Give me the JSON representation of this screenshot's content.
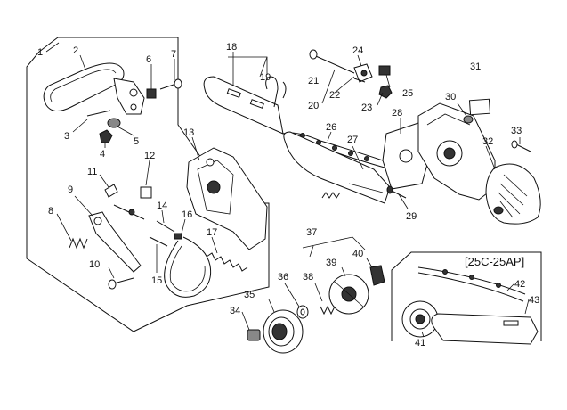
{
  "diagram": {
    "subset_label": "[25C-25AP]",
    "colors": {
      "ink": "#111111",
      "background": "#ffffff",
      "shade": "#333333"
    },
    "part_numbers": [
      "1",
      "2",
      "3",
      "4",
      "5",
      "6",
      "7",
      "8",
      "9",
      "10",
      "11",
      "12",
      "13",
      "14",
      "15",
      "16",
      "17",
      "18",
      "19",
      "20",
      "21",
      "22",
      "23",
      "24",
      "25",
      "26",
      "27",
      "28",
      "29",
      "30",
      "31",
      "32",
      "33",
      "34",
      "35",
      "36",
      "37",
      "38",
      "39",
      "40",
      "41",
      "42",
      "43"
    ]
  }
}
